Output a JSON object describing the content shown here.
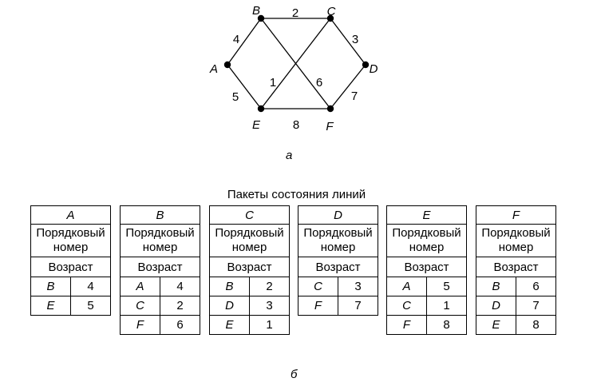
{
  "graph": {
    "nodes": [
      {
        "id": "A",
        "label": "A"
      },
      {
        "id": "B",
        "label": "B"
      },
      {
        "id": "C",
        "label": "C"
      },
      {
        "id": "D",
        "label": "D"
      },
      {
        "id": "E",
        "label": "E"
      },
      {
        "id": "F",
        "label": "F"
      }
    ],
    "edges": [
      {
        "from": "A",
        "to": "B",
        "weight": "4"
      },
      {
        "from": "B",
        "to": "C",
        "weight": "2"
      },
      {
        "from": "C",
        "to": "D",
        "weight": "3"
      },
      {
        "from": "A",
        "to": "E",
        "weight": "5"
      },
      {
        "from": "C",
        "to": "E",
        "weight": "1"
      },
      {
        "from": "B",
        "to": "F",
        "weight": "6"
      },
      {
        "from": "D",
        "to": "F",
        "weight": "7"
      },
      {
        "from": "E",
        "to": "F",
        "weight": "8"
      }
    ]
  },
  "captions": {
    "a": "а",
    "b": "б"
  },
  "packets_title": "Пакеты состояния линий",
  "row_labels": {
    "seq": "Порядковый номер",
    "age": "Возраст"
  },
  "packets": [
    {
      "router": "A",
      "links": [
        {
          "node": "B",
          "cost": "4"
        },
        {
          "node": "E",
          "cost": "5"
        }
      ]
    },
    {
      "router": "B",
      "links": [
        {
          "node": "A",
          "cost": "4"
        },
        {
          "node": "C",
          "cost": "2"
        },
        {
          "node": "F",
          "cost": "6"
        }
      ]
    },
    {
      "router": "C",
      "links": [
        {
          "node": "B",
          "cost": "2"
        },
        {
          "node": "D",
          "cost": "3"
        },
        {
          "node": "E",
          "cost": "1"
        }
      ]
    },
    {
      "router": "D",
      "links": [
        {
          "node": "C",
          "cost": "3"
        },
        {
          "node": "F",
          "cost": "7"
        }
      ]
    },
    {
      "router": "E",
      "links": [
        {
          "node": "A",
          "cost": "5"
        },
        {
          "node": "C",
          "cost": "1"
        },
        {
          "node": "F",
          "cost": "8"
        }
      ]
    },
    {
      "router": "F",
      "links": [
        {
          "node": "B",
          "cost": "6"
        },
        {
          "node": "D",
          "cost": "7"
        },
        {
          "node": "E",
          "cost": "8"
        }
      ]
    }
  ]
}
